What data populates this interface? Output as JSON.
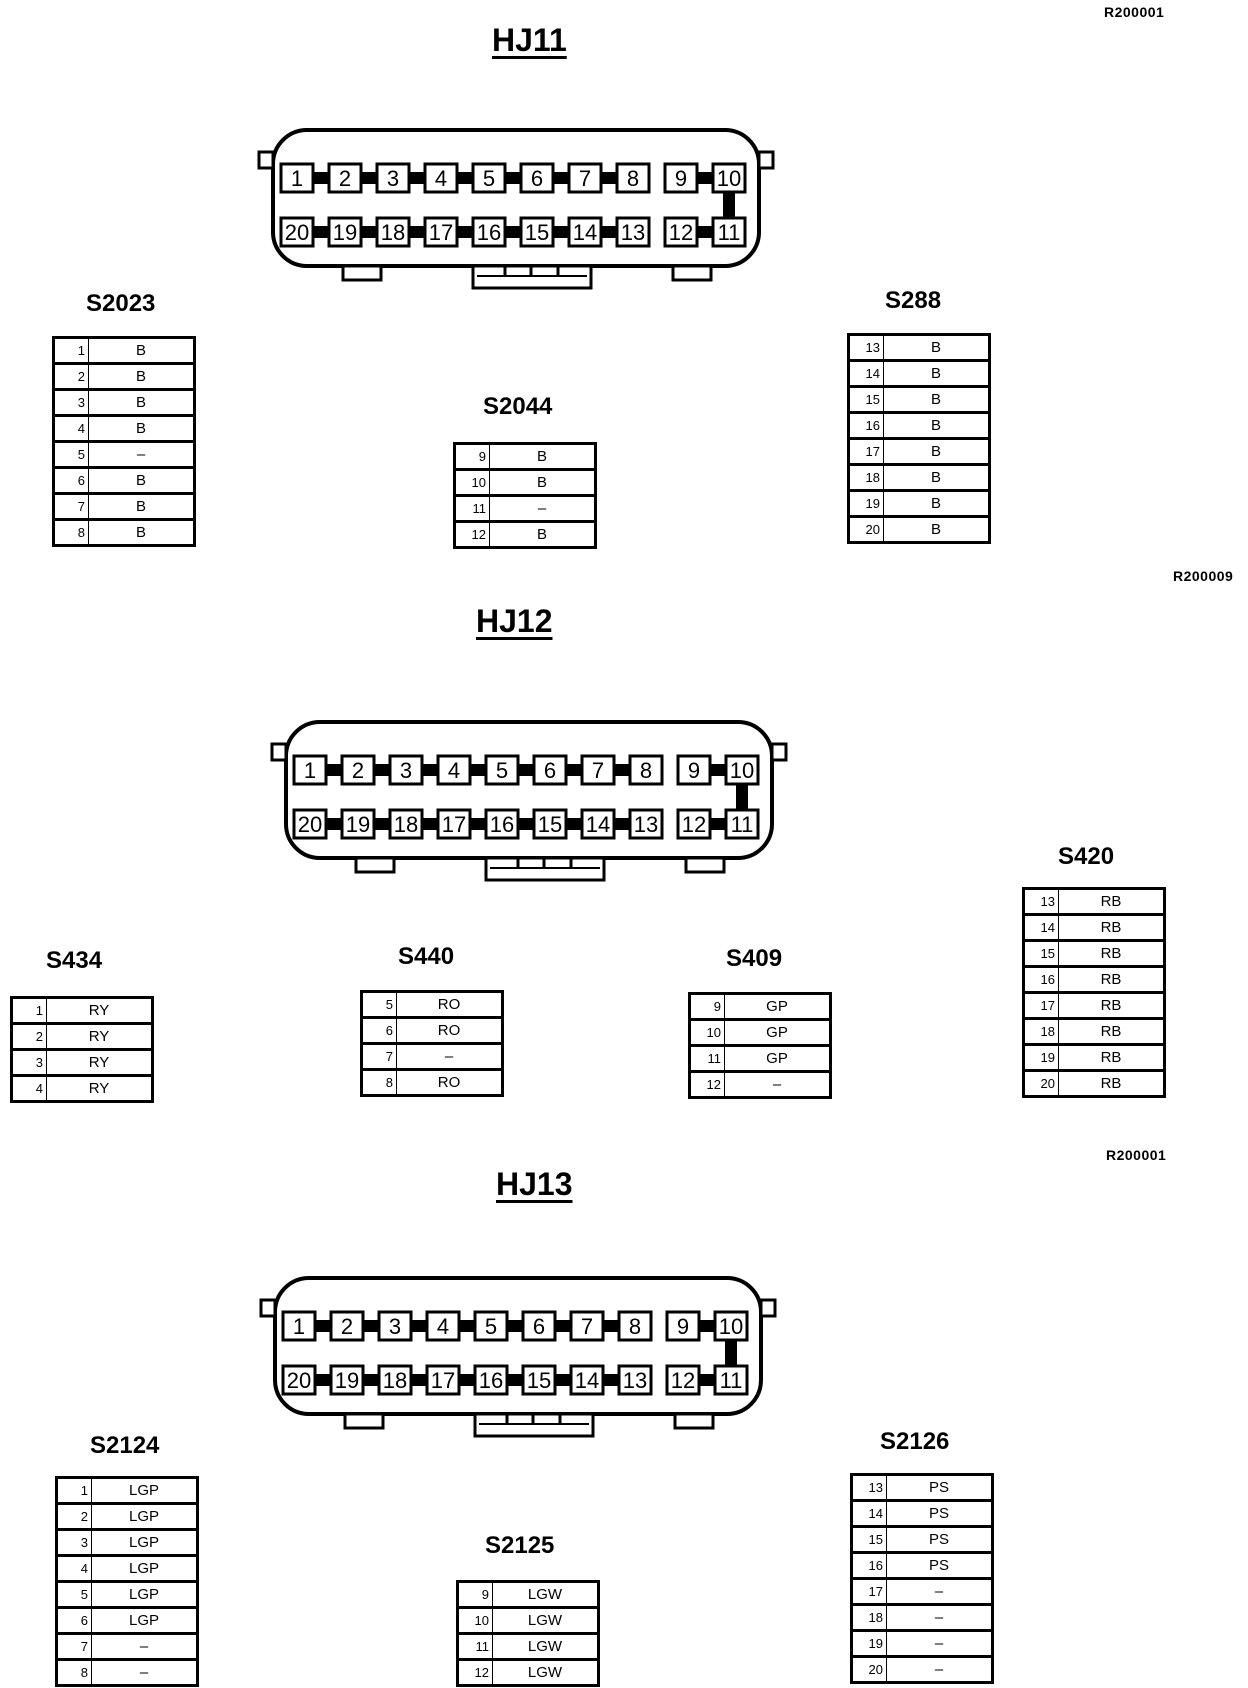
{
  "sections": [
    {
      "ref": "R200001",
      "connector": {
        "label": "HJ11",
        "top_pins": [
          "1",
          "2",
          "3",
          "4",
          "5",
          "6",
          "7",
          "8",
          "9",
          "10"
        ],
        "bottom_pins": [
          "20",
          "19",
          "18",
          "17",
          "16",
          "15",
          "14",
          "13",
          "12",
          "11"
        ]
      },
      "tables": [
        {
          "title": "S2023",
          "rows": [
            [
              "1",
              "B"
            ],
            [
              "2",
              "B"
            ],
            [
              "3",
              "B"
            ],
            [
              "4",
              "B"
            ],
            [
              "5",
              "–"
            ],
            [
              "6",
              "B"
            ],
            [
              "7",
              "B"
            ],
            [
              "8",
              "B"
            ]
          ]
        },
        {
          "title": "S2044",
          "rows": [
            [
              "9",
              "B"
            ],
            [
              "10",
              "B"
            ],
            [
              "11",
              "–"
            ],
            [
              "12",
              "B"
            ]
          ]
        },
        {
          "title": "S288",
          "rows": [
            [
              "13",
              "B"
            ],
            [
              "14",
              "B"
            ],
            [
              "15",
              "B"
            ],
            [
              "16",
              "B"
            ],
            [
              "17",
              "B"
            ],
            [
              "18",
              "B"
            ],
            [
              "19",
              "B"
            ],
            [
              "20",
              "B"
            ]
          ]
        }
      ]
    },
    {
      "ref": "R200009",
      "connector": {
        "label": "HJ12",
        "top_pins": [
          "1",
          "2",
          "3",
          "4",
          "5",
          "6",
          "7",
          "8",
          "9",
          "10"
        ],
        "bottom_pins": [
          "20",
          "19",
          "18",
          "17",
          "16",
          "15",
          "14",
          "13",
          "12",
          "11"
        ]
      },
      "tables": [
        {
          "title": "S434",
          "rows": [
            [
              "1",
              "RY"
            ],
            [
              "2",
              "RY"
            ],
            [
              "3",
              "RY"
            ],
            [
              "4",
              "RY"
            ]
          ]
        },
        {
          "title": "S440",
          "rows": [
            [
              "5",
              "RO"
            ],
            [
              "6",
              "RO"
            ],
            [
              "7",
              "–"
            ],
            [
              "8",
              "RO"
            ]
          ]
        },
        {
          "title": "S409",
          "rows": [
            [
              "9",
              "GP"
            ],
            [
              "10",
              "GP"
            ],
            [
              "11",
              "GP"
            ],
            [
              "12",
              "–"
            ]
          ]
        },
        {
          "title": "S420",
          "rows": [
            [
              "13",
              "RB"
            ],
            [
              "14",
              "RB"
            ],
            [
              "15",
              "RB"
            ],
            [
              "16",
              "RB"
            ],
            [
              "17",
              "RB"
            ],
            [
              "18",
              "RB"
            ],
            [
              "19",
              "RB"
            ],
            [
              "20",
              "RB"
            ]
          ]
        }
      ]
    },
    {
      "ref": "R200001",
      "connector": {
        "label": "HJ13",
        "top_pins": [
          "1",
          "2",
          "3",
          "4",
          "5",
          "6",
          "7",
          "8",
          "9",
          "10"
        ],
        "bottom_pins": [
          "20",
          "19",
          "18",
          "17",
          "16",
          "15",
          "14",
          "13",
          "12",
          "11"
        ]
      },
      "tables": [
        {
          "title": "S2124",
          "rows": [
            [
              "1",
              "LGP"
            ],
            [
              "2",
              "LGP"
            ],
            [
              "3",
              "LGP"
            ],
            [
              "4",
              "LGP"
            ],
            [
              "5",
              "LGP"
            ],
            [
              "6",
              "LGP"
            ],
            [
              "7",
              "–"
            ],
            [
              "8",
              "–"
            ]
          ]
        },
        {
          "title": "S2125",
          "rows": [
            [
              "9",
              "LGW"
            ],
            [
              "10",
              "LGW"
            ],
            [
              "11",
              "LGW"
            ],
            [
              "12",
              "LGW"
            ]
          ]
        },
        {
          "title": "S2126",
          "rows": [
            [
              "13",
              "PS"
            ],
            [
              "14",
              "PS"
            ],
            [
              "15",
              "PS"
            ],
            [
              "16",
              "PS"
            ],
            [
              "17",
              "–"
            ],
            [
              "18",
              "–"
            ],
            [
              "19",
              "–"
            ],
            [
              "20",
              "–"
            ]
          ]
        }
      ]
    }
  ]
}
